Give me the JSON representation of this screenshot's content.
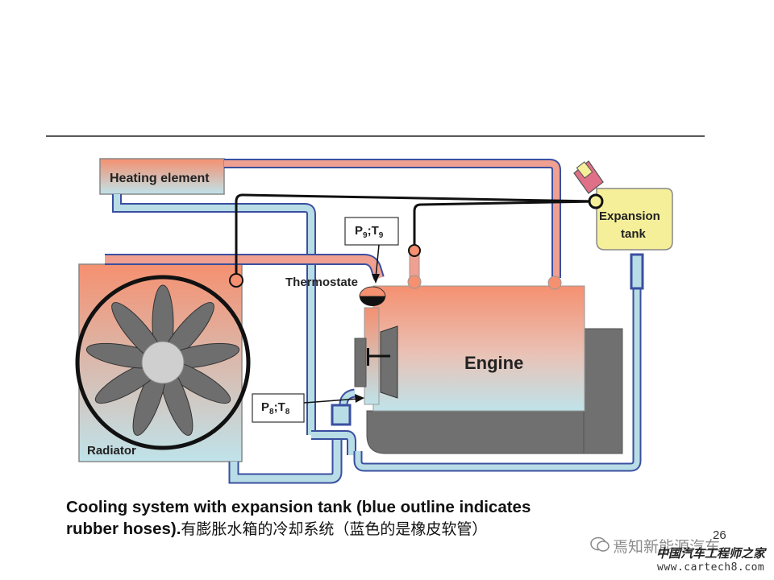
{
  "diagram": {
    "labels": {
      "heating_element": "Heating element",
      "expansion_tank_line1": "Expansion",
      "expansion_tank_line2": "tank",
      "thermostate": "Thermostate",
      "engine": "Engine",
      "radiator": "Radiator",
      "p9": "P",
      "p9_sub": "9",
      "t9": ";T",
      "t9_sub": "9",
      "p8": "P",
      "p8_sub": "8",
      "t8": ";T",
      "t8_sub": "8"
    },
    "colors": {
      "hot_hose": "#f0a090",
      "cold_hose": "#b8dde6",
      "hose_outline": "#3a4fa0",
      "engine_top": "#f59070",
      "engine_bottom": "#bfe3ea",
      "tank": "#f6ef9a",
      "fan_blade": "#6e6e6e",
      "grey_block": "#707070"
    }
  },
  "caption": {
    "line1": "Cooling system with expansion tank (blue outline indicates",
    "line2_en": "rubber hoses).",
    "line2_zh": "有膨胀水箱的冷却系统（蓝色的是橡皮软管）"
  },
  "page_number": "26",
  "watermark": {
    "line1": "焉知新能源汽车",
    "line2": "中国汽车工程师之家",
    "line3": "www.cartech8.com"
  }
}
